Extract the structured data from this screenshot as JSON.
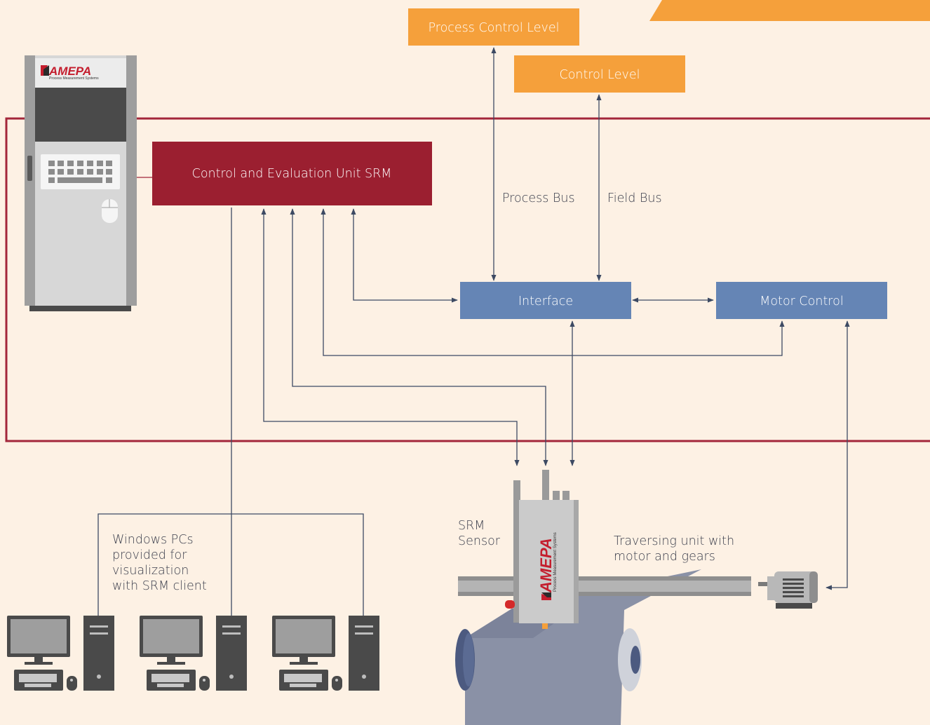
{
  "colors": {
    "background": "#fdf1e4",
    "orange_box": "#f5a03b",
    "srm_unit": "#9b1f30",
    "blue_box": "#6585b5",
    "frame": "#a3263a",
    "line": "#3d4a63",
    "text": "#3c3f4d"
  },
  "boxes": {
    "process_control_level": "Process Control Level",
    "control_level": "Control Level",
    "control_evaluation_unit": "Control and Evaluation Unit SRM",
    "interface": "Interface",
    "motor_control": "Motor Control"
  },
  "labels": {
    "process_bus": "Process Bus",
    "field_bus": "Field Bus",
    "srm_sensor": [
      "SRM",
      "Sensor"
    ],
    "traversing_unit": [
      "Traversing unit with",
      "motor and gears"
    ],
    "windows_pcs": [
      "Windows PCs",
      "provided for",
      "visualization",
      "with SRM client"
    ]
  },
  "logo": {
    "brand": "AMEPA",
    "tagline": "Process Measurement Systems"
  },
  "icons": [
    "cabinet-icon",
    "sensor-icon",
    "motor-icon",
    "roller-icon",
    "pc-icon"
  ]
}
